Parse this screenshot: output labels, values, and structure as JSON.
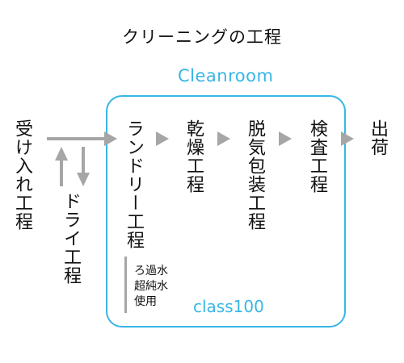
{
  "title": "クリーニングの工程",
  "cleanroom": {
    "label": "Cleanroom",
    "class_label": "class100"
  },
  "steps": {
    "receiving": "受け入れ工程",
    "dry": "ドライ工程",
    "laundry": "ランドリー工程",
    "drying": "乾燥工程",
    "deoxygen": "脱気包装工程",
    "inspection": "検査工程",
    "shipping": "出荷"
  },
  "laundry_note": [
    "ろ過水",
    "超純水",
    "使用"
  ],
  "colors": {
    "accent": "#38b6e6",
    "arrow": "#a6a6a6",
    "text": "#111111"
  }
}
